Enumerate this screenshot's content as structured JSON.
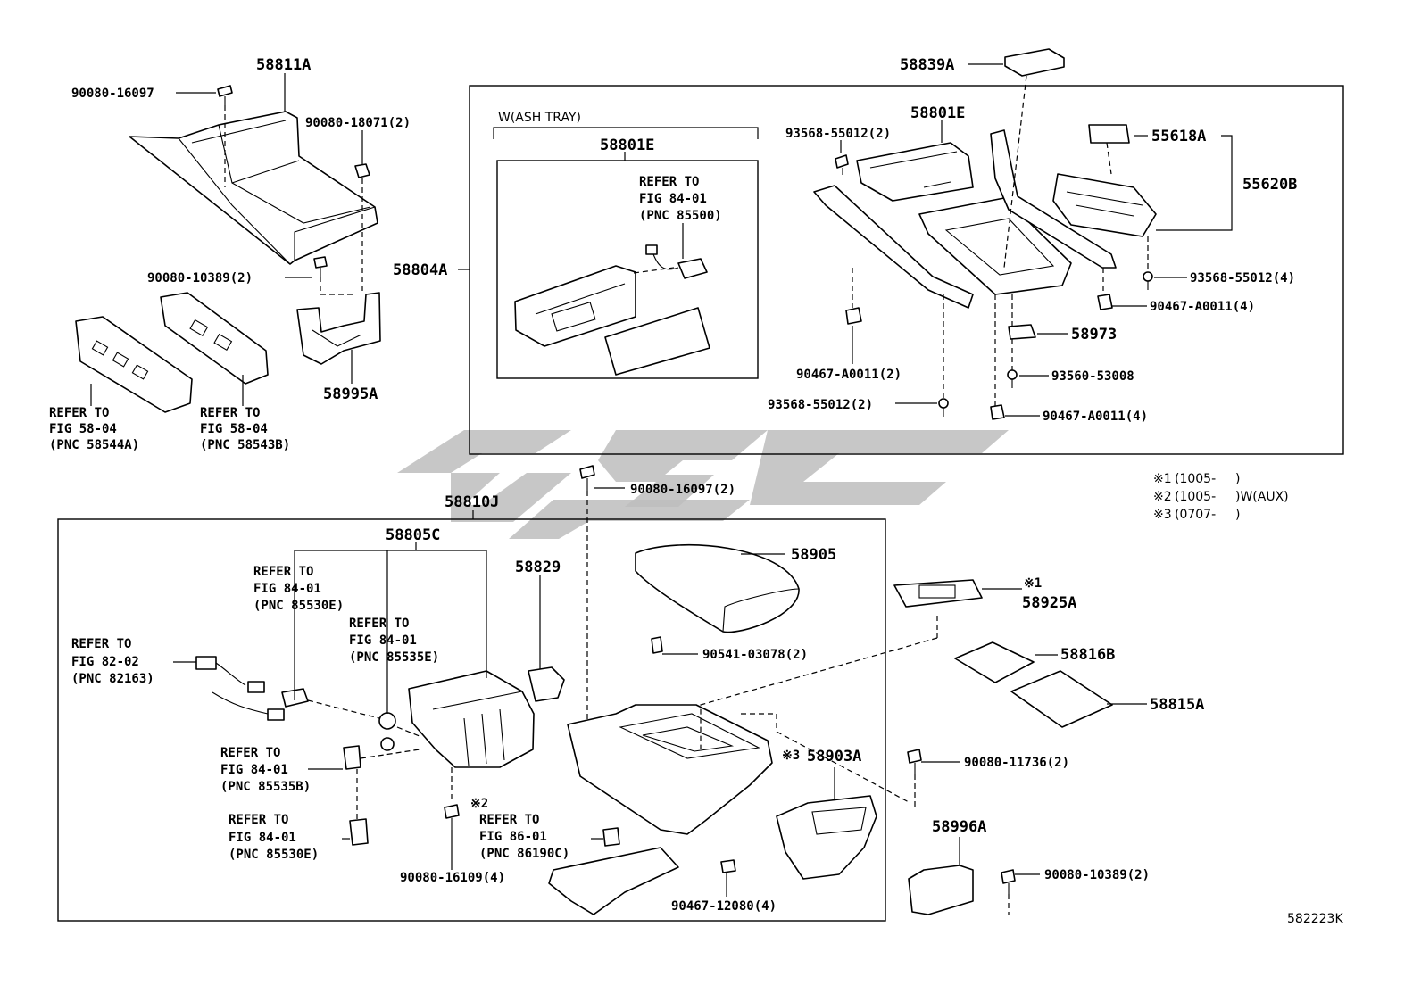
{
  "diagram": {
    "figure_code": "582223K",
    "callouts": {
      "p58811A": "58811A",
      "p90080_16097_top": "90080-16097",
      "p90080_18071": "90080-18071(2)",
      "p90080_10389_left": "90080-10389(2)",
      "p58995A": "58995A",
      "p58804A": "58804A",
      "p58839A": "58839A",
      "p58801E_right": "58801E",
      "p93568_55012_a": "93568-55012(2)",
      "p55618A": "55618A",
      "p55620B": "55620B",
      "p93568_55012_4": "93568-55012(4)",
      "p90467_A0011_4a": "90467-A0011(4)",
      "p58973": "58973",
      "p93560_53008": "93560-53008",
      "p90467_A0011_2": "90467-A0011(2)",
      "p93568_55012_b": "93568-55012(2)",
      "p90467_A0011_4b": "90467-A0011(4)",
      "p58801E_inner": "58801E",
      "w_ash_tray": "W(ASH TRAY)",
      "p90080_16097_2": "90080-16097(2)",
      "p58810J": "58810J",
      "p58805C": "58805C",
      "p58829": "58829",
      "p58905": "58905",
      "p90541_03078": "90541-03078(2)",
      "p58925A": "58925A",
      "p58816B": "58816B",
      "p58815A": "58815A",
      "p58903A": "58903A",
      "p90080_11736": "90080-11736(2)",
      "p58996A": "58996A",
      "p90080_10389_right": "90080-10389(2)",
      "p90080_16109": "90080-16109(4)",
      "p90467_12080": "90467-12080(4)"
    },
    "marks": {
      "m1": "※1",
      "m2": "※2",
      "m3": "※3"
    },
    "refer": {
      "title": "REFER TO",
      "r1": {
        "fig": "FIG 58-04",
        "pnc": "(PNC 58544A)"
      },
      "r2": {
        "fig": "FIG 58-04",
        "pnc": "(PNC 58543B)"
      },
      "r3": {
        "fig": "FIG 84-01",
        "pnc": "(PNC 85500)"
      },
      "r4": {
        "fig": "FIG 84-01",
        "pnc": "(PNC 85530E)"
      },
      "r5": {
        "fig": "FIG 84-01",
        "pnc": "(PNC 85535E)"
      },
      "r6": {
        "fig": "FIG 82-02",
        "pnc": "(PNC 82163)"
      },
      "r7": {
        "fig": "FIG 84-01",
        "pnc": "(PNC 85535B)"
      },
      "r8": {
        "fig": "FIG 84-01",
        "pnc": "(PNC 85530E)"
      },
      "r9": {
        "fig": "FIG 86-01",
        "pnc": "(PNC 86190C)"
      }
    },
    "legend": [
      {
        "mark": "※1",
        "range": "(1005-",
        "close": ")"
      },
      {
        "mark": "※2",
        "range": "(1005-",
        "close": ")W(AUX)"
      },
      {
        "mark": "※3",
        "range": "(0707-",
        "close": ")"
      }
    ]
  }
}
